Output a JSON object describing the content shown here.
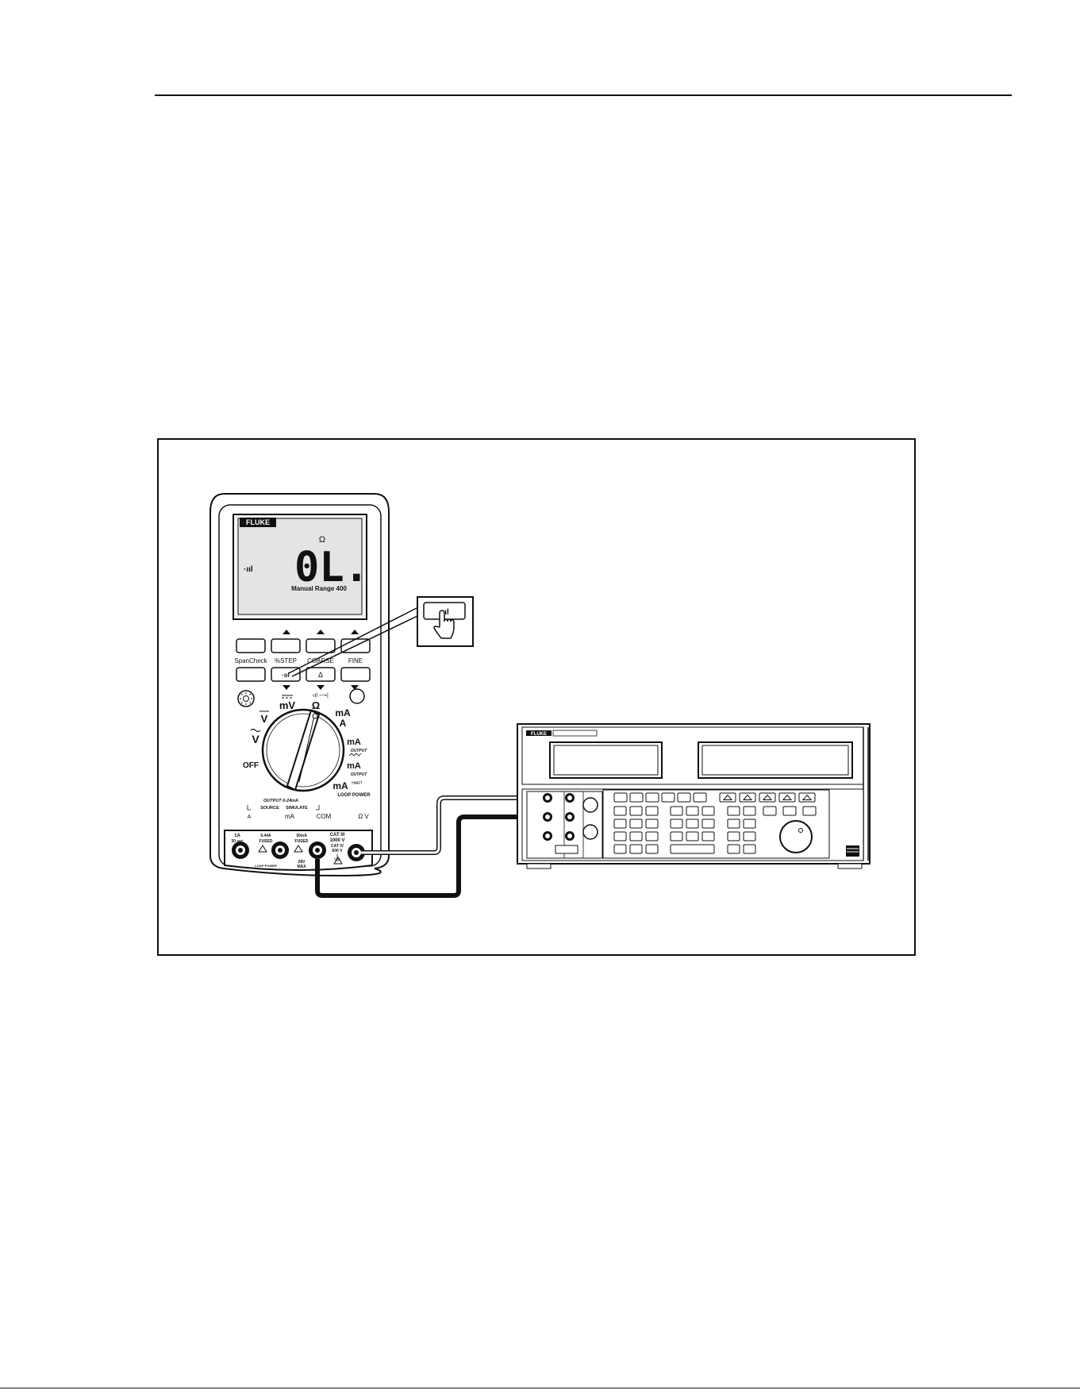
{
  "meter": {
    "brand": "FLUKE",
    "display": {
      "unit": "Ω",
      "reading": "0L.",
      "continuity_symbol": "·ııl",
      "range_text": "Manual Range 400"
    },
    "buttons": {
      "spancheck": "SpanCheck",
      "step": "%STEP",
      "coarse": "COARSE",
      "fine": "FINE",
      "continuity": "·ııl",
      "delta": "Δ"
    },
    "dial": {
      "off": "OFF",
      "vac": "V",
      "vdc": "V",
      "mv": "mV",
      "ohm": "Ω",
      "ma_a": "mA",
      "a": "A",
      "ma_output": "mA",
      "output_label": "OUTPUT",
      "ma_output2": "mA",
      "output_label2": "OUTPUT",
      "ma_hart": "mA",
      "hart_label": "HART",
      "loop_power": "LOOP POWER",
      "cont_diode": "·ııl ⟶|"
    },
    "terminals": {
      "output_range": "OUTPUT 0-24mA",
      "source": "SOURCE",
      "simulate": "SIMULATE",
      "ma_label": "mA",
      "com": "COM",
      "ohm_v": "Ω V",
      "a_label": "A",
      "fuse_1a": "1A",
      "sec": "30 sec",
      "fuse_044": "0.44A",
      "fused1": "FUSED",
      "fuse_30ma": "30mA",
      "fused2": "FUSED",
      "loop_power": "LOOP POWER",
      "v28": "28V",
      "max": "MAX",
      "cat3": "CAT III",
      "v1000": "1000 V",
      "cat4": "CAT IV",
      "v600": "600 V"
    }
  },
  "callout": {
    "button_symbol": "·ııl"
  },
  "calibrator": {
    "brand": "FLUKE"
  },
  "colors": {
    "ink": "#111111",
    "paper": "#ffffff",
    "display_fill": "#e4e4e4"
  }
}
